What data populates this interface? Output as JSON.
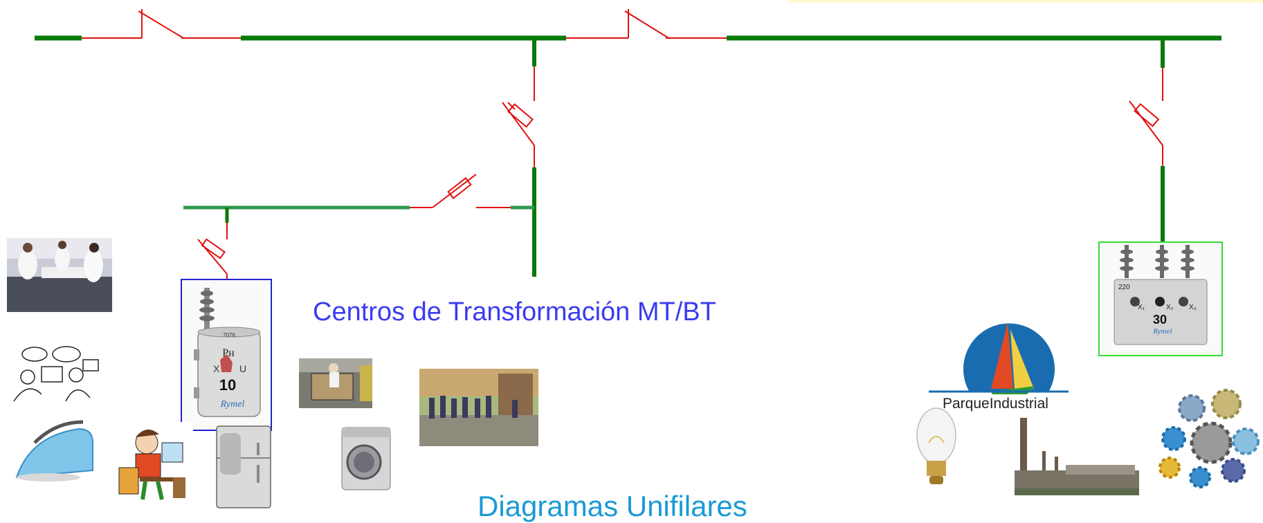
{
  "labels": {
    "centros": "Centros de Transformación MT/BT",
    "diagramas": "Diagramas Unifilares",
    "parque": "ParqueIndustrial"
  },
  "transformer_small": {
    "brand": "Rymel",
    "rating_label": "Pн",
    "rating": "10",
    "terminals": [
      "X",
      "U"
    ],
    "plate": "7076"
  },
  "transformer_large": {
    "brand": "Rymel",
    "rating": "30",
    "voltage": "220",
    "terminals": [
      "X₁",
      "X₂",
      "X₃"
    ]
  },
  "colors": {
    "busbar": "#0a7a0a",
    "branch_light": "#2e9a4e",
    "conductor": "#e01010",
    "frame_small": "#2222d0",
    "frame_large": "#33dd33",
    "caption_blue": "#3b3bf0",
    "caption_cyan": "#1a9ad6",
    "banner": "#fffbd0"
  },
  "icons": [
    "busbar",
    "circuit-breaker-icon",
    "fuse-cutout-icon",
    "distribution-transformer-icon",
    "three-phase-transformer-icon",
    "office-meeting-icon",
    "office-cartoon-icon",
    "iron-icon",
    "office-worker-icon",
    "refrigerator-icon",
    "market-cart-icon",
    "washing-machine-icon",
    "street-crowd-icon",
    "parque-industrial-logo",
    "light-bulb-icon",
    "factory-icon",
    "gears-icon"
  ]
}
